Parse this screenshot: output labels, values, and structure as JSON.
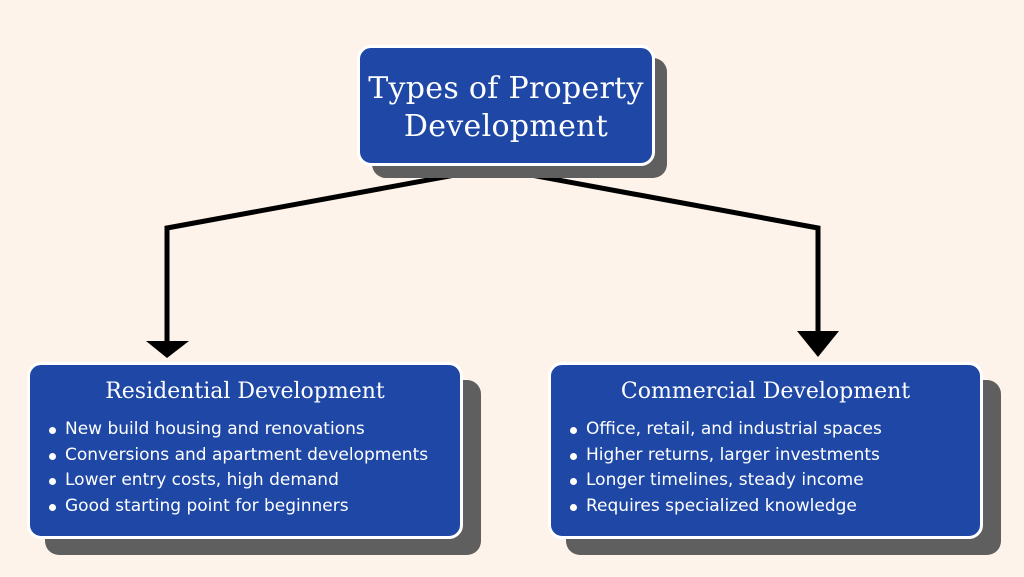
{
  "root": {
    "title": "Types of Property Development"
  },
  "cards": [
    {
      "title": "Residential Development",
      "items": [
        "New build housing and renovations",
        "Conversions and apartment developments",
        "Lower entry costs, high demand",
        "Good starting point for beginners"
      ]
    },
    {
      "title": "Commercial Development",
      "items": [
        "Office, retail, and industrial spaces",
        "Higher returns, larger investments",
        "Longer timelines, steady income",
        "Requires specialized knowledge"
      ]
    }
  ],
  "colors": {
    "background": "#fdf3ea",
    "box_fill": "#1f48a6",
    "box_border": "#ffffff",
    "shadow": "#5f5f5f",
    "connector": "#000000"
  }
}
